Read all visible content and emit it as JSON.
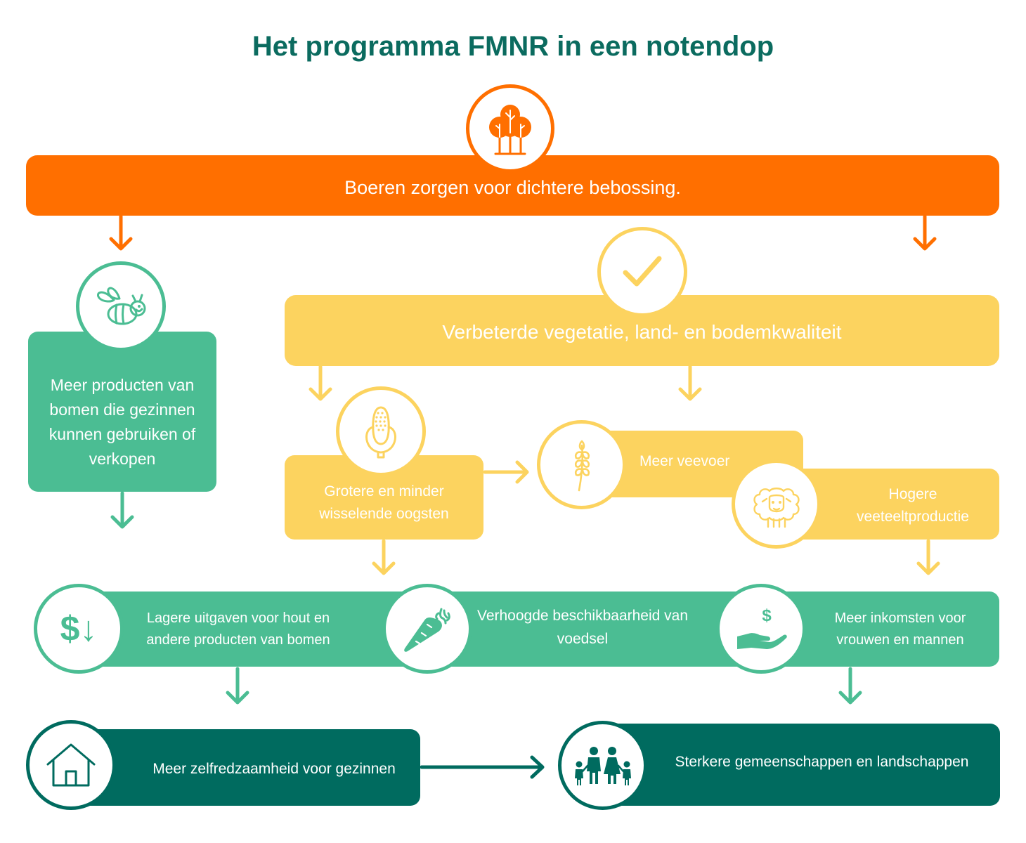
{
  "title": "Het programma FMNR in een notendop",
  "colors": {
    "orange": "#ff6f00",
    "yellow": "#fcd35f",
    "green": "#4bbd93",
    "dark": "#006b5f",
    "title": "#0b6b5f"
  },
  "nodes": {
    "bebossing": {
      "text": "Boeren zorgen voor dichtere bebossing.",
      "icon": "trees-icon"
    },
    "producten": {
      "text": "Meer producten van bomen die gezinnen kunnen gebruiken of verkopen",
      "icon": "bee-icon"
    },
    "vegetatie": {
      "text": "Verbeterde vegetatie, land- en bodemkwaliteit",
      "icon": "checkmark-icon"
    },
    "oogsten": {
      "text": "Grotere en minder wisselende oogsten",
      "icon": "corn-icon"
    },
    "veevoer": {
      "text": "Meer veevoer",
      "icon": "wheat-icon"
    },
    "veeteelt": {
      "text": "Hogere veeteeltproductie",
      "icon": "sheep-icon"
    },
    "uitgaven": {
      "text": "Lagere uitgaven voor hout en andere producten van bomen",
      "icon": "dollar-down-icon",
      "icon_text": "$↓"
    },
    "voedsel": {
      "text": "Verhoogde beschikbaarheid van voedsel",
      "icon": "carrot-icon"
    },
    "inkomsten": {
      "text": "Meer inkomsten voor vrouwen en mannen",
      "icon": "hand-money-icon",
      "icon_text": "$"
    },
    "zelfredzaamheid": {
      "text": "Meer zelfredzaamheid voor gezinnen",
      "icon": "house-icon"
    },
    "gemeenschappen": {
      "text": "Sterkere gemeenschappen en landschappen",
      "icon": "family-icon"
    }
  }
}
